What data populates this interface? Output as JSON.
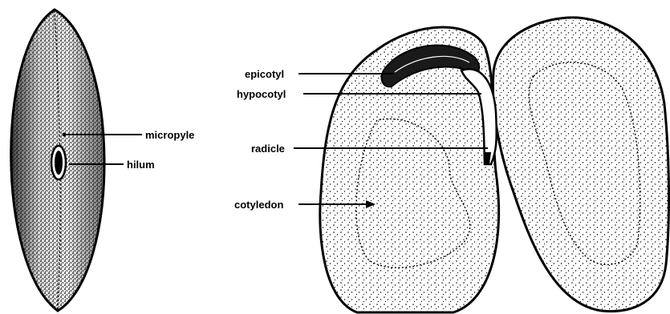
{
  "labels": {
    "micropyle": "micropyle",
    "hilum": "hilum",
    "epicotyl": "epicotyl",
    "hypocotyl": "hypocotyl",
    "radicle": "radicle",
    "cotyledon": "cotyledon"
  },
  "colors": {
    "ink": "#000000",
    "paper": "#ffffff"
  }
}
